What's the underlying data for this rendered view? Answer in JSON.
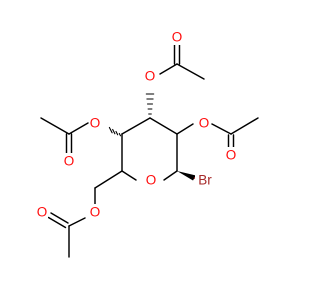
{
  "molecule": {
    "atom_labels": {
      "O1": "O",
      "O2": "O",
      "O3": "O",
      "O4": "O",
      "O5": "O",
      "O6": "O",
      "O7": "O",
      "O8": "O",
      "O9": "O",
      "Br": "Br"
    },
    "colors": {
      "oxygen": "#ff0d0d",
      "bromine": "#a62929",
      "carbon": "#000000"
    }
  }
}
